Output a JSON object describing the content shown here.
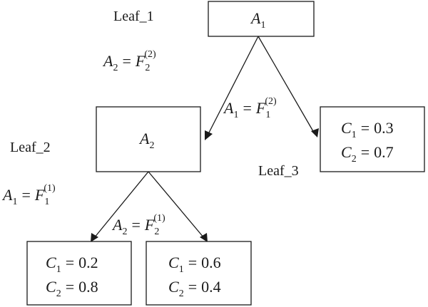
{
  "diagram": {
    "leaf_labels": {
      "leaf1": "Leaf_1",
      "leaf2": "Leaf_2",
      "leaf3": "Leaf_3"
    },
    "nodes": {
      "root": {
        "var": "A",
        "sub": "1"
      },
      "mid": {
        "var": "A",
        "sub": "2"
      },
      "right": {
        "c1": {
          "var": "C",
          "sub": "1",
          "value": "0.3"
        },
        "c2": {
          "var": "C",
          "sub": "2",
          "value": "0.7"
        }
      },
      "bottom_left": {
        "c1": {
          "var": "C",
          "sub": "1",
          "value": "0.2"
        },
        "c2": {
          "var": "C",
          "sub": "2",
          "value": "0.8"
        }
      },
      "bottom_right": {
        "c1": {
          "var": "C",
          "sub": "1",
          "value": "0.6"
        },
        "c2": {
          "var": "C",
          "sub": "2",
          "value": "0.4"
        }
      }
    },
    "conditions": {
      "top_left": {
        "lhs": "A",
        "lhs_sub": "2",
        "rhs": "F",
        "rhs_sub": "2",
        "rhs_sup": "(2)"
      },
      "root_to_mid": {
        "lhs": "A",
        "lhs_sub": "1",
        "rhs": "F",
        "rhs_sub": "1",
        "rhs_sup": "(2)"
      },
      "mid_left": {
        "lhs": "A",
        "lhs_sub": "1",
        "rhs": "F",
        "rhs_sub": "1",
        "rhs_sup": "(1)"
      },
      "mid_to_bottom": {
        "lhs": "A",
        "lhs_sub": "2",
        "rhs": "F",
        "rhs_sub": "2",
        "rhs_sup": "(1)"
      }
    },
    "symbols": {
      "equals": "="
    }
  }
}
